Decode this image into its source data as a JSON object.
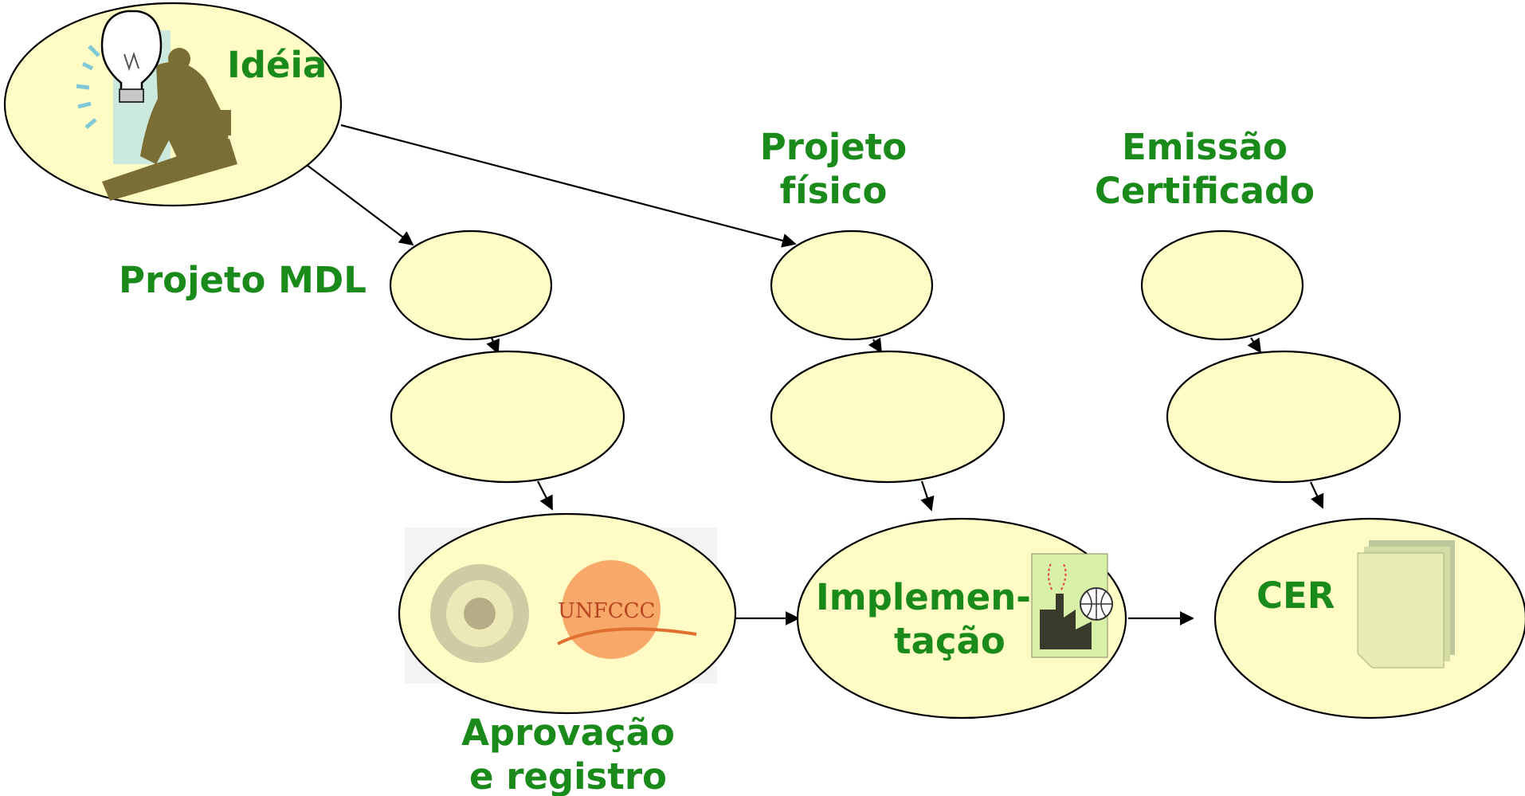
{
  "colors": {
    "label": "#1a8a1a",
    "node_fill": "#fefcc4",
    "node_stroke": "#000000",
    "edge": "#000000"
  },
  "labels": {
    "ideia": "Idéia",
    "projeto_mdl": "Projeto MDL",
    "projeto_fisico_line1": "Projeto",
    "projeto_fisico_line2": "físico",
    "emissao_line1": "Emissão",
    "emissao_line2": "Certificado",
    "aprovacao_line1": "Aprovação",
    "aprovacao_line2": "e registro",
    "implementacao_line1": "Implemen-",
    "implementacao_line2": "tação",
    "cer": "CER",
    "unfccc_logo": "UNFCCC"
  },
  "icons": {
    "ideia": "lightbulb-man-icon",
    "aprovacao": "un-emblem-icon",
    "unfccc": "unfccc-logo-icon",
    "implementacao": "factory-globe-icon",
    "cer": "document-stack-icon"
  }
}
